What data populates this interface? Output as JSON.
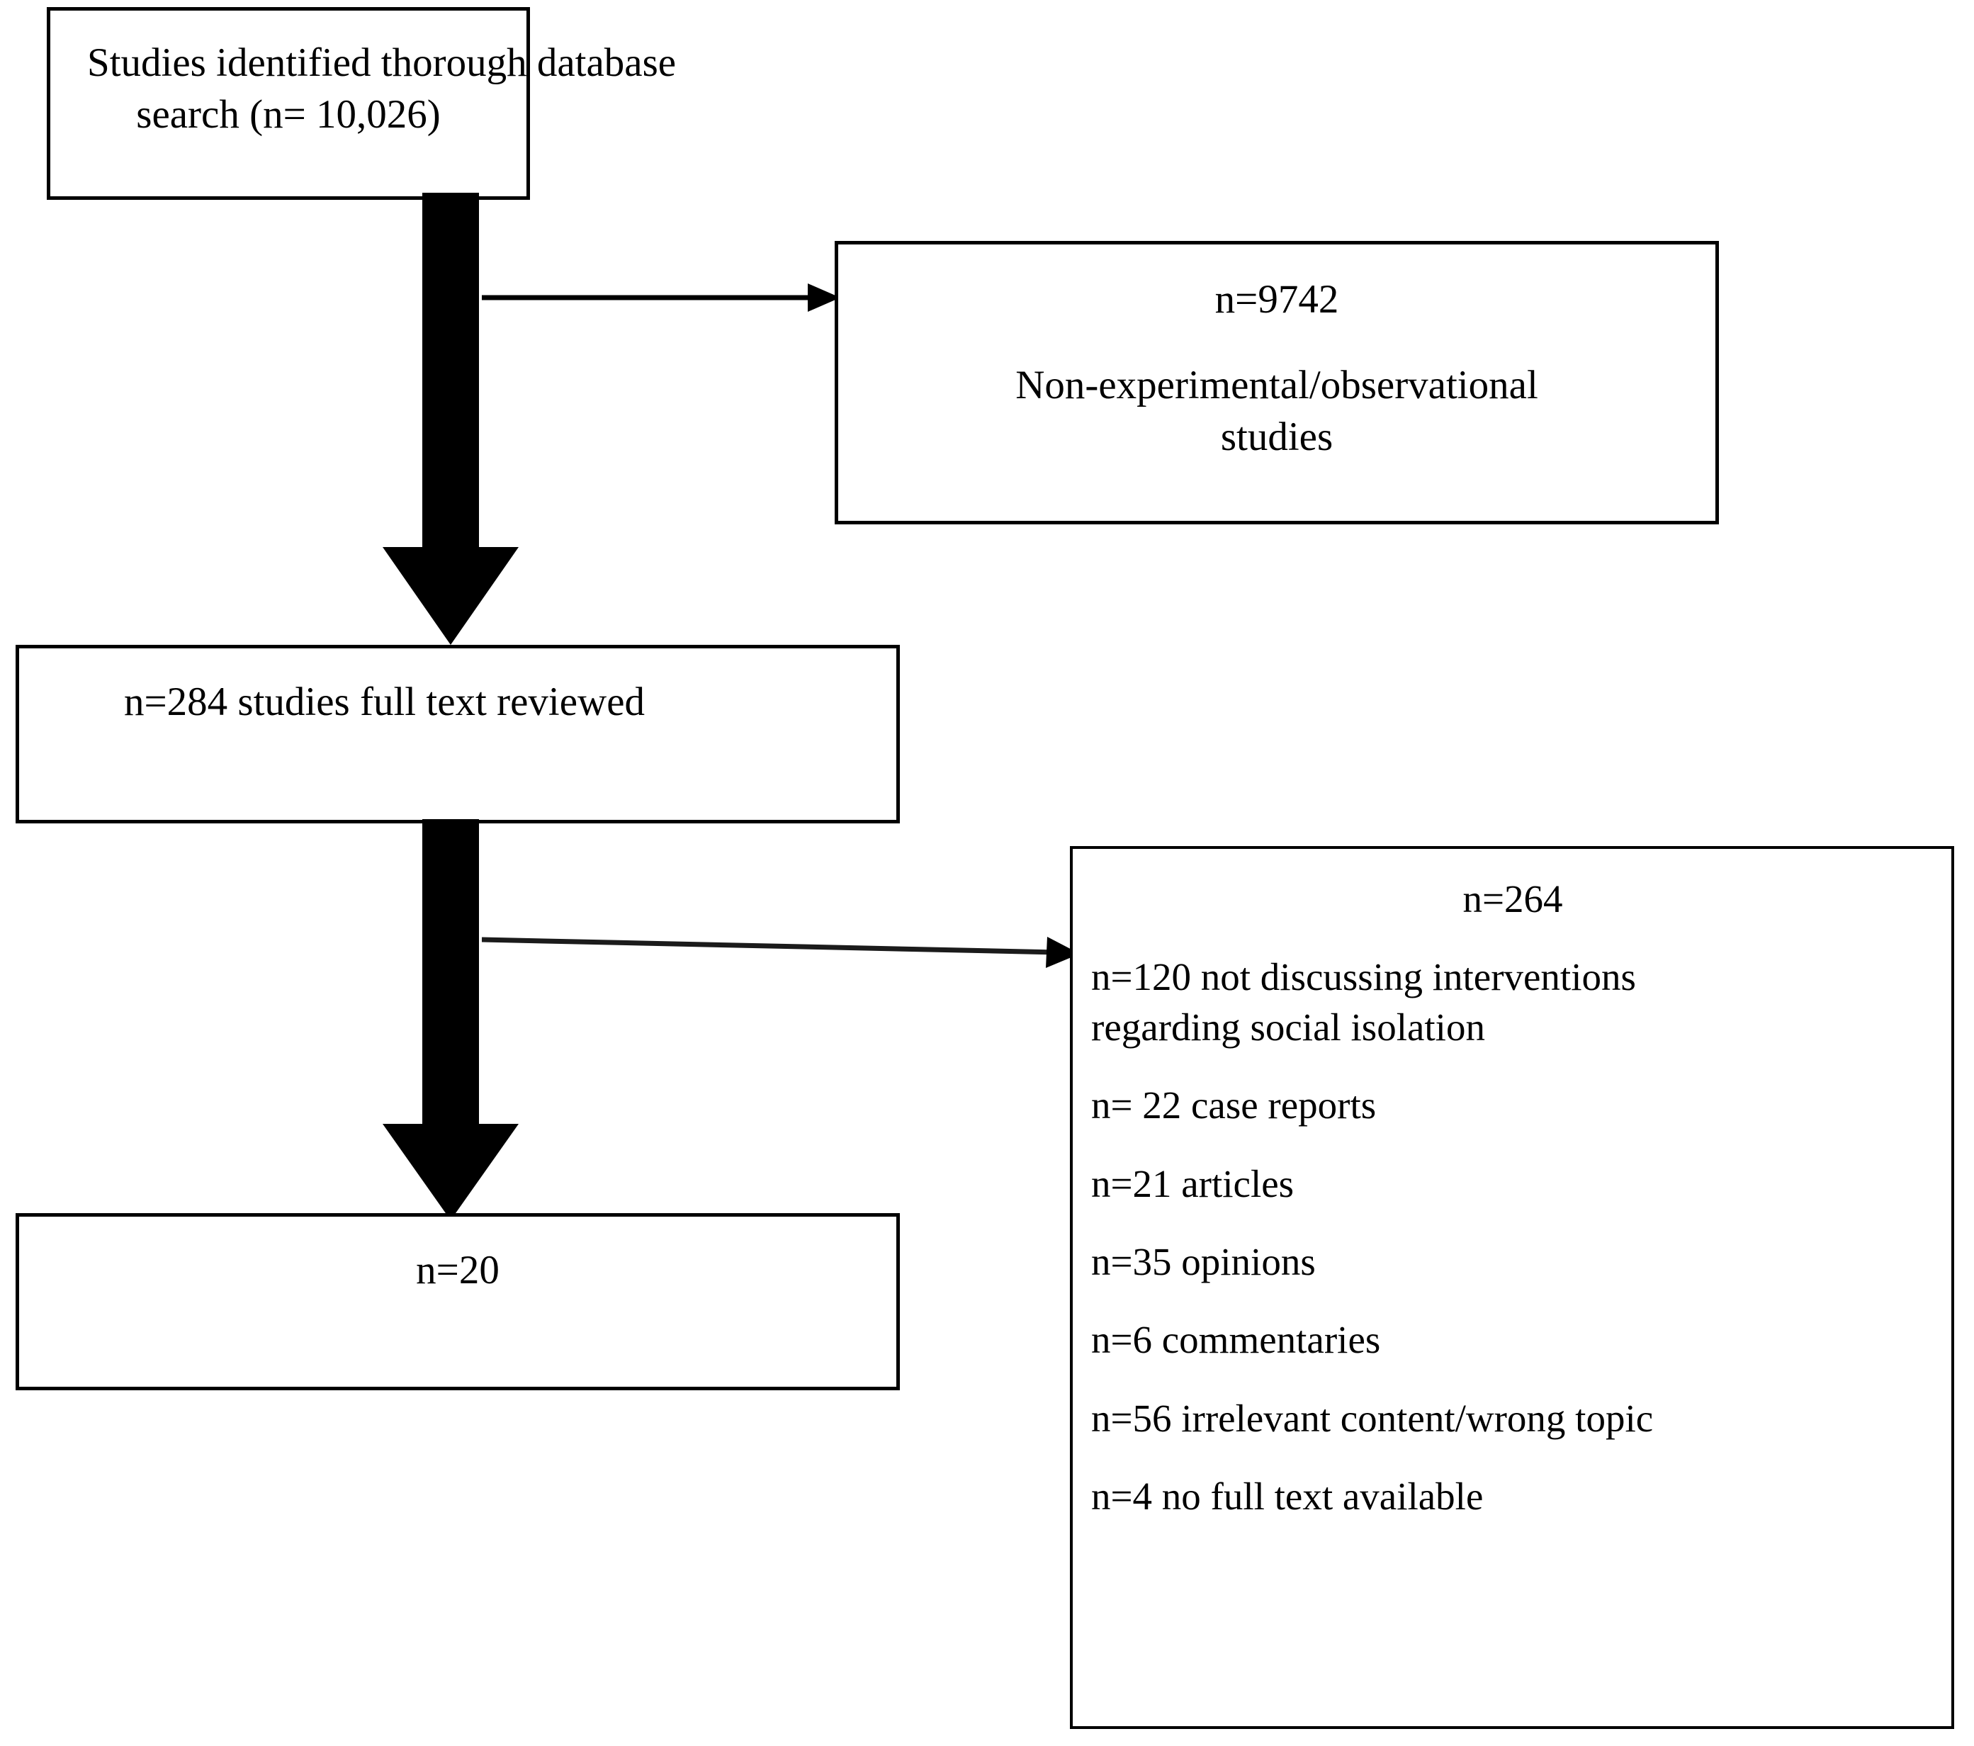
{
  "diagram": {
    "title": "Study selection flow diagram",
    "type": "prisma-flowchart",
    "colors": {
      "box_border": "#000000",
      "box_fill": "#ffffff",
      "arrow_fill": "#000000",
      "connector_stroke": "#111111",
      "background": "#ffffff"
    }
  },
  "boxes": {
    "identified": {
      "name": "studies-identified",
      "line1": "Studies identified thorough database",
      "line2": "search (n= 10,026)"
    },
    "excluded_observational": {
      "name": "excluded-observational",
      "count": "n=9742",
      "line1": "Non-experimental/observational",
      "line2": "studies"
    },
    "fulltext": {
      "name": "full-text-reviewed",
      "line1": "n=284 studies full text reviewed"
    },
    "included": {
      "name": "included-studies",
      "line1": "n=20"
    },
    "exclusion_reasons": {
      "name": "exclusion-reasons",
      "count": "n=264",
      "reasons": [
        {
          "line1": "n=120 not discussing interventions",
          "line2": "regarding social isolation"
        },
        {
          "line1": "n= 22 case reports",
          "line2": ""
        },
        {
          "line1": "n=21 articles",
          "line2": ""
        },
        {
          "line1": "n=35 opinions",
          "line2": ""
        },
        {
          "line1": "n=6 commentaries",
          "line2": ""
        },
        {
          "line1": "n=56 irrelevant content/wrong topic",
          "line2": ""
        },
        {
          "line1": "n=4 no full text available",
          "line2": ""
        }
      ]
    }
  },
  "arrows": {
    "down_1": {
      "name": "arrow-identified-to-fulltext",
      "direction": "down",
      "style": "thick-block"
    },
    "down_2": {
      "name": "arrow-fulltext-to-included",
      "direction": "down",
      "style": "thick-block"
    },
    "right_1": {
      "name": "arrow-to-excluded-observational",
      "direction": "right",
      "style": "thin-line"
    },
    "right_2": {
      "name": "arrow-to-exclusion-reasons",
      "direction": "right",
      "style": "thin-line"
    }
  }
}
